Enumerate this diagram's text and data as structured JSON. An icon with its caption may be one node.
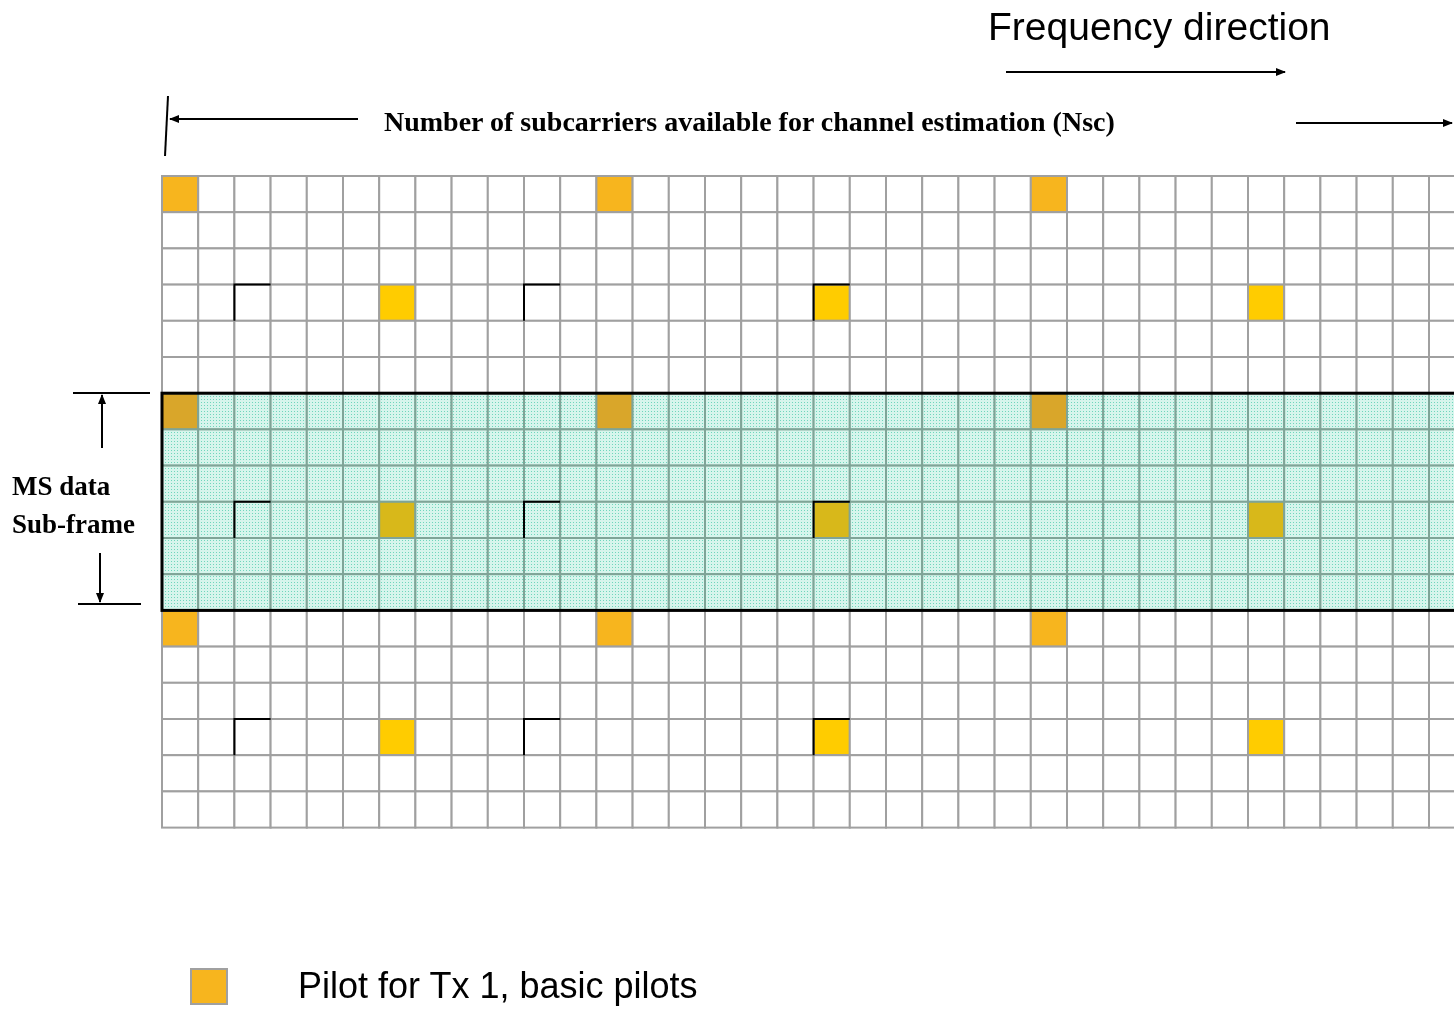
{
  "diagram": {
    "labels": [
      "Frequency direction",
      "Number of subcarriers available for channel estimation (Nsc)",
      "MS data Sub-frame"
    ],
    "legend": [
      {
        "text": "Pilot for Tx 1, basic pilots",
        "color": "#f7b51e"
      }
    ]
  }
}
